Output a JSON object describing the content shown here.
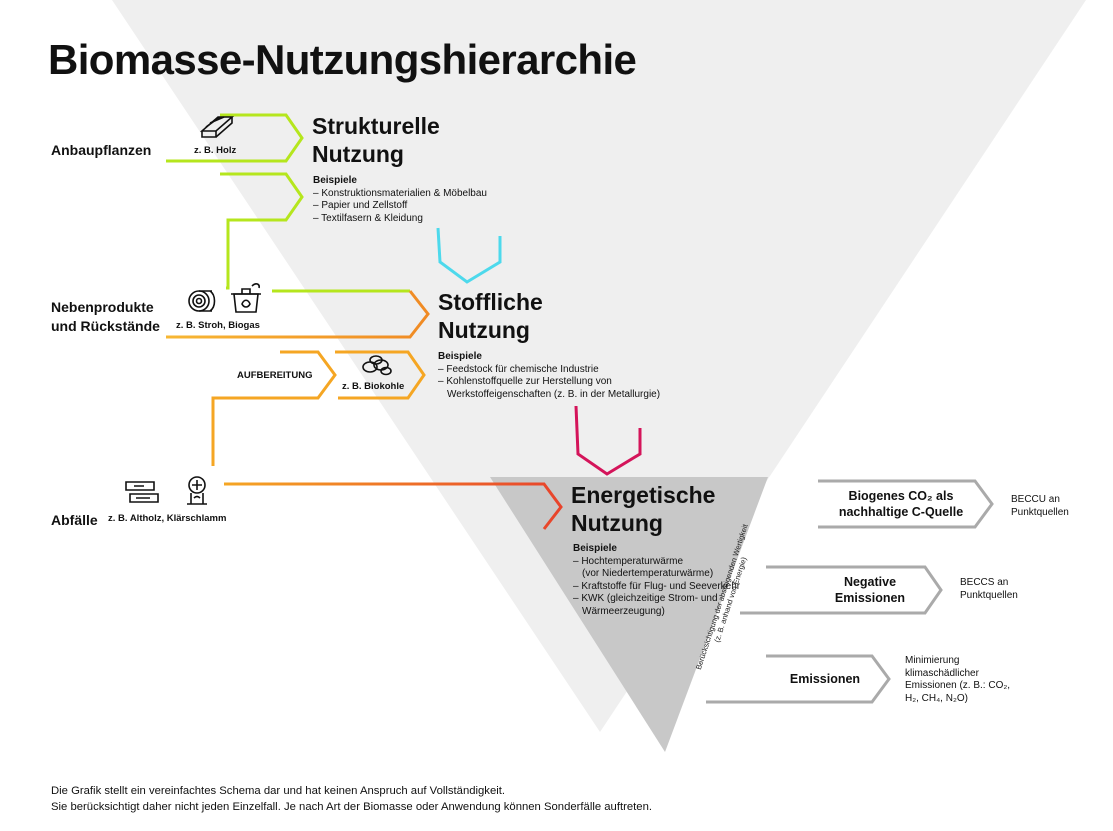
{
  "title": "Biomasse-Nutzungshierarchie",
  "sources": {
    "crops": {
      "label": "Anbaupflanzen",
      "example": "z. B. Holz",
      "icon": "wood-planks-icon"
    },
    "byproducts": {
      "label_line1": "Nebenprodukte",
      "label_line2": "und Rückstände",
      "example": "z. B. Stroh, Biogas",
      "icons": [
        "straw-bale-icon",
        "biogas-pot-icon"
      ]
    },
    "processing": {
      "label": "AUFBEREITUNG",
      "example": "z. B. Biokohle",
      "icon": "biochar-icon"
    },
    "waste": {
      "label": "Abfälle",
      "example": "z. B. Altholz, Klärschlamm",
      "icons": [
        "scrap-wood-icon",
        "sewage-sludge-icon"
      ]
    }
  },
  "stages": {
    "structural": {
      "title_line1": "Strukturelle",
      "title_line2": "Nutzung",
      "examples_header": "Beispiele",
      "examples": [
        "– Konstruktionsmaterialien & Möbelbau",
        "– Papier und Zellstoff",
        "– Textilfasern & Kleidung"
      ]
    },
    "material": {
      "title_line1": "Stoffliche",
      "title_line2": "Nutzung",
      "examples_header": "Beispiele",
      "examples": [
        "– Feedstock für chemische Industrie",
        "– Kohlenstoffquelle zur Herstellung von",
        "Werkstoffeigenschaften (z. B. in der Metallurgie)"
      ]
    },
    "energy": {
      "title_line1": "Energetische",
      "title_line2": "Nutzung",
      "examples_header": "Beispiele",
      "examples": [
        "– Hochtemperaturwärme",
        "(vor Niedertemperaturwärme)",
        "– Kraftstoffe für Flug- und Seeverkehr",
        "– KWK (gleichzeitige Strom- und",
        "Wärmeerzeugung)"
      ]
    }
  },
  "outputs": {
    "biogenic": {
      "line1": "Biogenes CO₂ als",
      "line2": "nachhaltige C-Quelle",
      "note": "BECCU an Punktquellen"
    },
    "negative": {
      "line1": "Negative",
      "line2": "Emissionen",
      "note": "BECCS an Punktquellen"
    },
    "emissions": {
      "label": "Emissionen",
      "note": "Minimierung klimaschädlicher Emissionen (z. B.: CO₂, H₂, CH₄, N₂O)"
    }
  },
  "triangle_label_line1": "Berücksichtigung der absteigenden Wertigkeit",
  "triangle_label_line2": "(z. B. anhand von Energie)",
  "footnote_line1": "Die Grafik stellt ein vereinfachtes Schema dar und hat keinen Anspruch auf Vollständigkeit.",
  "footnote_line2": "Sie berücksichtigt daher nicht jeden Einzelfall. Je nach Art der Biomasse oder Anwendung können Sonderfälle auftreten.",
  "colors": {
    "triangle": "#eeeeee",
    "energy_triangle": "#c8c8c8",
    "lime": "#b5e61d",
    "cyan": "#4dd9ec",
    "orange": "#f5a623",
    "magenta": "#d4145a",
    "output_gray": "#aaaaaa"
  }
}
